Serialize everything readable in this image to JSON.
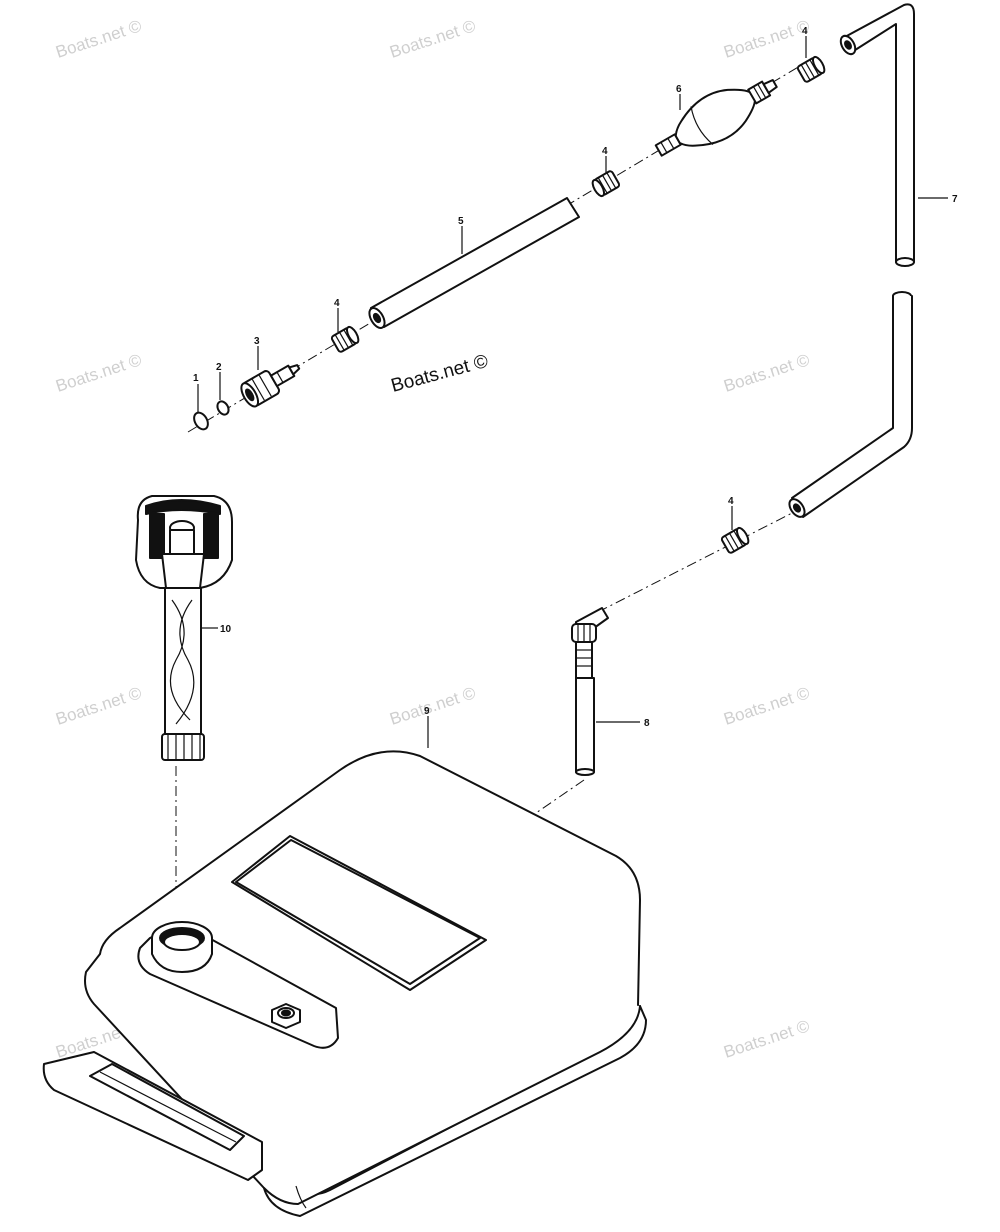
{
  "watermarks": {
    "small": "Boats.net ©",
    "main": "Boats.net ©"
  },
  "callouts": {
    "p1": "1",
    "p2": "2",
    "p3": "3",
    "p4a": "4",
    "p4b": "4",
    "p4c": "4",
    "p4d": "4",
    "p5": "5",
    "p6": "6",
    "p7": "7",
    "p8": "8",
    "p9": "9",
    "p10": "10"
  }
}
